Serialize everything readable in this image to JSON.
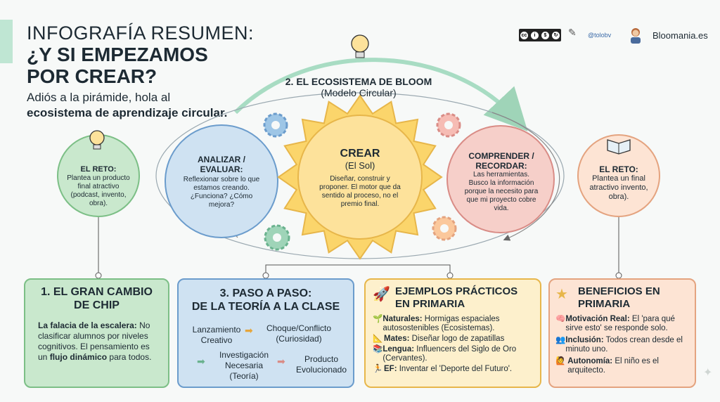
{
  "header": {
    "title_line1": "INFOGRAFÍA RESUMEN:",
    "title_line2": "¿Y SI EMPEZAMOS",
    "title_line3": "POR CREAR?",
    "subtitle_line1": "Adiós a la pirámide, hola al",
    "subtitle_line2": "ecosistema de aprendizaje circular.",
    "license": "cc BY NC SA",
    "handle": "@tolobv",
    "site": "Bloomania.es"
  },
  "ecosystem": {
    "title": "2. EL ECOSISTEMA DE BLOOM",
    "subtitle": "(Modelo Circular)"
  },
  "reto_left": {
    "title": "EL RETO:",
    "text": "Plantea un producto final atractivo (podcast, invento, obra)."
  },
  "reto_right": {
    "title": "EL RETO:",
    "text": "Plantea un final atractivo invento, obra)."
  },
  "analizar": {
    "title": "ANALIZAR / EVALUAR:",
    "text": "Reflexionar sobre lo que estamos creando. ¿Funciona? ¿Cómo mejora?"
  },
  "crear": {
    "title": "CREAR",
    "subtitle": "(El Sol)",
    "text": "Diseñar, construir y proponer. El motor que da sentido al proceso, no el premio final."
  },
  "comprender": {
    "title": "COMPRENDER / RECORDAR:",
    "text": "Las herramientas. Busco la información porque la necesito para que mi proyecto cobre vida."
  },
  "box1": {
    "title_line1": "1. EL GRAN CAMBIO",
    "title_line2": "DE CHIP",
    "bold": "La falacia de la escalera:",
    "text1": "No clasificar alumnos por niveles cognitivos. El pensamiento es un",
    "bold2": "flujo dinámico",
    "text2": "para todos."
  },
  "box2": {
    "title_line1": "3. PASO A PASO:",
    "title_line2": "DE LA TEORÍA A LA CLASE",
    "step1": "Lanzamiento Creativo",
    "step2_a": "Choque/Conflicto",
    "step2_b": "(Curiosidad)",
    "step3_a": "Investigación Necesaria",
    "step3_b": "(Teoría)",
    "step4": "Producto Evolucionado"
  },
  "box3": {
    "title_line1": "EJEMPLOS PRÁCTICOS",
    "title_line2": "EN PRIMARIA",
    "items": [
      {
        "label": "Naturales:",
        "text": "Hormigas espaciales autosostenibles (Ecosistemas)."
      },
      {
        "label": "Mates:",
        "text": "Diseñar logo de zapatillas"
      },
      {
        "label": "Lengua:",
        "text": "Influencers del Siglo de Oro (Cervantes)."
      },
      {
        "label": "EF:",
        "text": "Inventar el 'Deporte del Futuro'."
      }
    ]
  },
  "box4": {
    "title_line1": "BENEFICIOS EN",
    "title_line2": "PRIMARIA",
    "items": [
      {
        "label": "Motivación Real:",
        "text": "El 'para qué sirve esto' se responde solo."
      },
      {
        "label": "Inclusión:",
        "text": "Todos crean desde el minuto uno."
      },
      {
        "label": "Autonomía:",
        "text": "El niño es el arquitecto."
      }
    ]
  },
  "colors": {
    "green": "#c9e8cd",
    "green_border": "#7cbf86",
    "blue": "#cfe2f2",
    "blue_border": "#6b9ccc",
    "yellow": "#fbe3a1",
    "yellow_border": "#e7b64a",
    "pink": "#f6cfc9",
    "pink_border": "#d98c86",
    "orange_light": "#fde4d4",
    "orange_border": "#e4a37f"
  }
}
